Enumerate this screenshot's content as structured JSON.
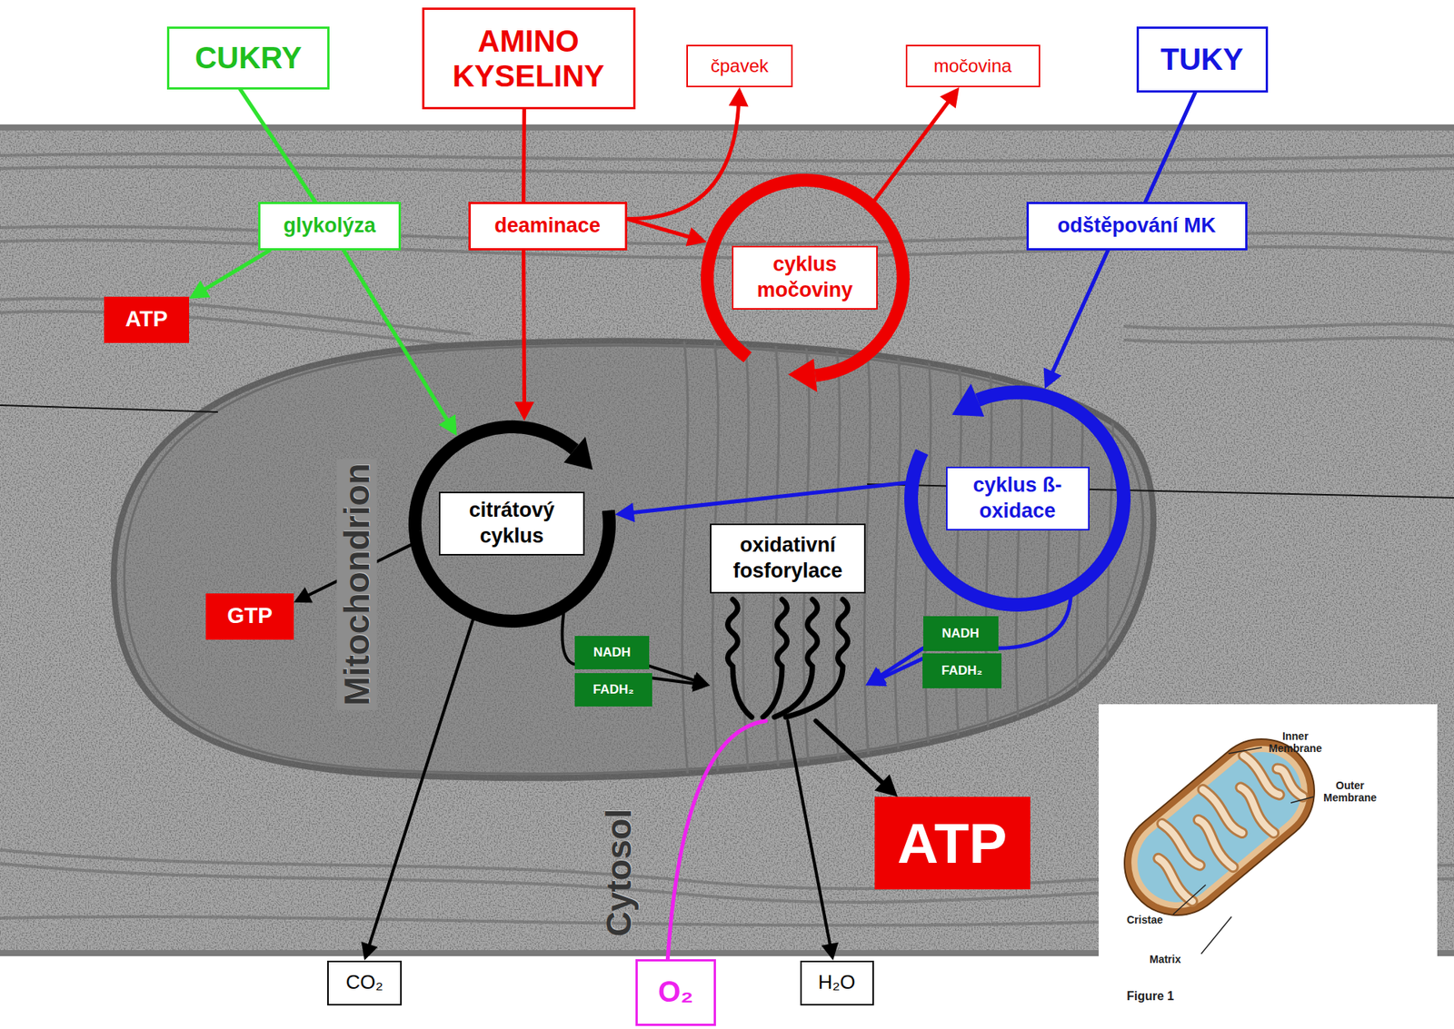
{
  "diagram": {
    "nodes": [
      {
        "text": [
          "CUKRY"
        ]
      },
      {
        "text": [
          "AMINO KYSELINY"
        ]
      },
      {
        "text": [
          "čpavek"
        ]
      },
      {
        "text": [
          "močovina"
        ]
      },
      {
        "text": [
          "TUKY"
        ]
      },
      {
        "text": [
          "glykolýza"
        ]
      },
      {
        "text": [
          "deaminace"
        ]
      },
      {
        "text": [
          "odštěpování MK"
        ]
      },
      {
        "text": [
          "ATP"
        ]
      },
      {
        "text": [
          "cyklus močoviny"
        ]
      },
      {
        "text": [
          "citrátový cyklus"
        ]
      },
      {
        "text": [
          "cyklus ß-oxidace"
        ]
      },
      {
        "text": [
          "GTP"
        ]
      },
      {
        "text": [
          "oxidativní fosforylace"
        ]
      },
      {
        "text": [
          "NADH"
        ]
      },
      {
        "text": [
          "FADH₂"
        ]
      },
      {
        "text": [
          "NADH"
        ]
      },
      {
        "text": [
          "FADH₂"
        ]
      },
      {
        "text": [
          "ATP"
        ]
      },
      {
        "text": [
          "CO₂"
        ]
      },
      {
        "text": [
          "O₂"
        ]
      },
      {
        "text": [
          "H₂O"
        ]
      }
    ],
    "edges": [
      {
        "from": 0,
        "to": 5,
        "arrow": "none"
      },
      {
        "from": 5,
        "to": 8,
        "arrow": "to"
      },
      {
        "from": 5,
        "to": 10,
        "arrow": "to"
      },
      {
        "from": 1,
        "to": 6,
        "arrow": "none"
      },
      {
        "from": 6,
        "to": 10,
        "arrow": "to"
      },
      {
        "from": 6,
        "to": 2,
        "arrow": "to"
      },
      {
        "from": 6,
        "to": 9,
        "arrow": "to"
      },
      {
        "from": 9,
        "to": 3,
        "arrow": "to"
      },
      {
        "from": 4,
        "to": 7,
        "arrow": "none"
      },
      {
        "from": 7,
        "to": 11,
        "arrow": "to"
      },
      {
        "from": 11,
        "to": 10,
        "arrow": "to"
      },
      {
        "from": 10,
        "to": 12,
        "arrow": "to"
      },
      {
        "from": 10,
        "to": 14,
        "arrow": "none"
      },
      {
        "from": 14,
        "to": 13,
        "arrow": "to"
      },
      {
        "from": 15,
        "to": 13,
        "arrow": "to"
      },
      {
        "from": 11,
        "to": 16,
        "arrow": "none"
      },
      {
        "from": 16,
        "to": 13,
        "arrow": "to"
      },
      {
        "from": 17,
        "to": 13,
        "arrow": "to"
      },
      {
        "from": 13,
        "to": 18,
        "arrow": "to"
      },
      {
        "from": 20,
        "to": 13,
        "arrow": "none"
      },
      {
        "from": 13,
        "to": 21,
        "arrow": "to"
      },
      {
        "from": 10,
        "to": 19,
        "arrow": "to"
      }
    ],
    "labels": [
      "Mitochondrion",
      "Cytosol",
      "Inner Membrane",
      "Outer Membrane",
      "Cristae",
      "Matrix",
      "Figure 1"
    ]
  }
}
